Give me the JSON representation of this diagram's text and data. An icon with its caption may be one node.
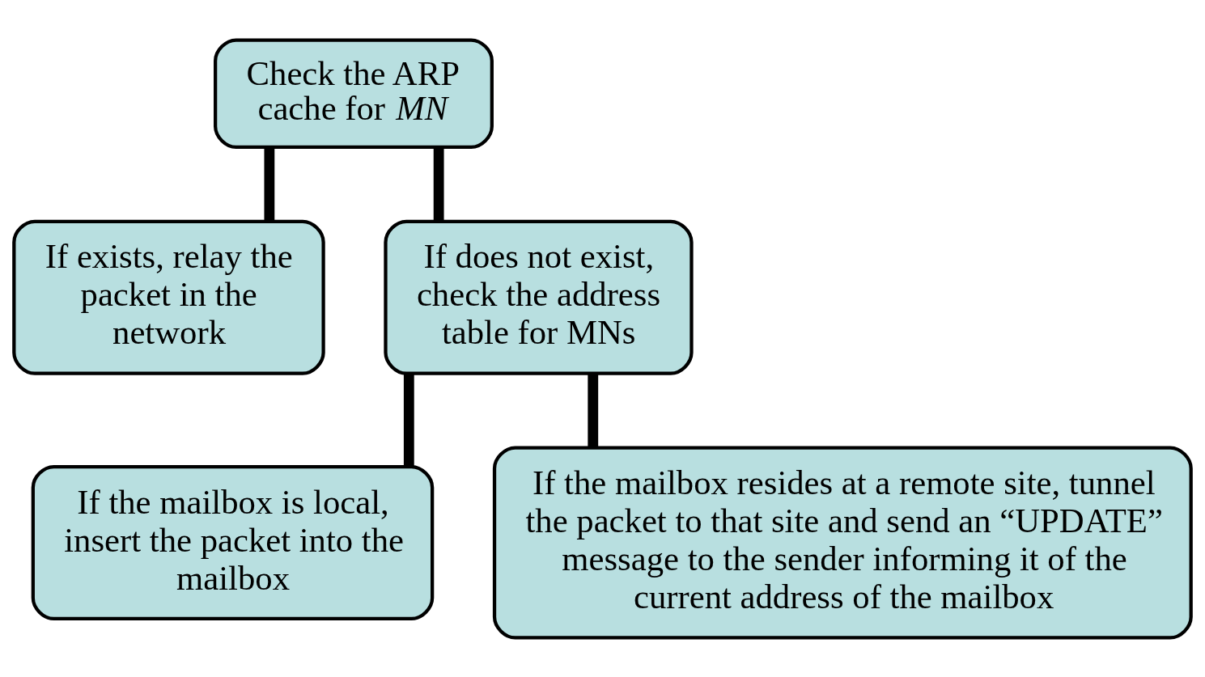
{
  "diagram": {
    "nodes": [
      {
        "text": [
          "Check the ARP cache for *MN*"
        ]
      },
      {
        "text": [
          "If exists, relay the packet in the network"
        ]
      },
      {
        "text": [
          "If does not exist, check the address table for MNs"
        ]
      },
      {
        "text": [
          "If the mailbox is local, insert the packet into the mailbox"
        ]
      },
      {
        "text": [
          "If the mailbox resides at a remote site, tunnel the packet to that site and send an “UPDATE” message to the sender informing it of the current address of the mailbox"
        ]
      }
    ],
    "edges": [
      {
        "from": 0,
        "to": 1,
        "arrow": "none"
      },
      {
        "from": 0,
        "to": 2,
        "arrow": "none"
      },
      {
        "from": 2,
        "to": 3,
        "arrow": "none"
      },
      {
        "from": 2,
        "to": 4,
        "arrow": "none"
      }
    ]
  }
}
